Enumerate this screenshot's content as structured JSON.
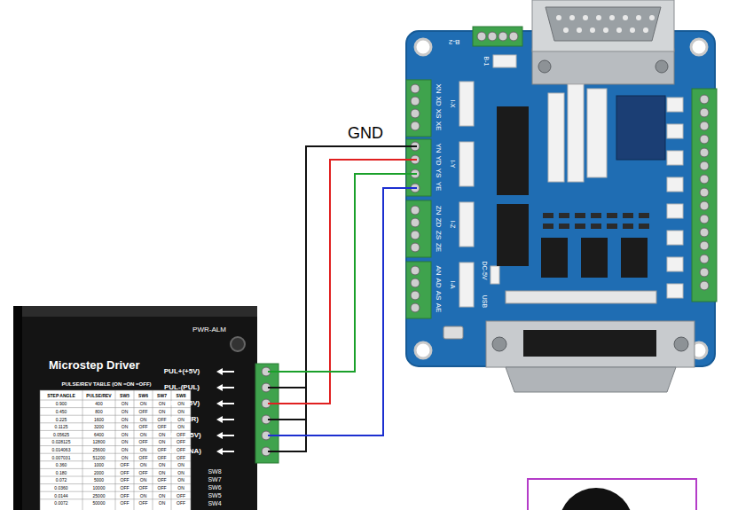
{
  "diagram": {
    "nodes": [
      {
        "text": [
          "Microstep Driver"
        ]
      }
    ],
    "labels": [
      "GND",
      "B-2",
      "XN",
      "XD",
      "XS",
      "XE",
      "YN",
      "YD",
      "YS",
      "YE",
      "ZN",
      "ZD",
      "ZS",
      "ZE",
      "AN",
      "AD",
      "AS",
      "AE",
      "I-X",
      "I-Y",
      "I-Z",
      "I-A",
      "B-1",
      "DC-5V",
      "USB",
      "PWR-ALM",
      "PUL+(+5V)",
      "PUL-(PUL)",
      "DIR+ (+5V)",
      "DIR- (DIR)",
      "ENA+ (+5V)",
      "ENA- (ENA)",
      "SW8",
      "SW7",
      "SW6",
      "SW5",
      "SW4",
      "PULSE/REV TABLE (ON =ON =OFF)",
      "STEP ANGLE",
      "PULSE/REV",
      "SW5",
      "SW6",
      "SW7",
      "SW8",
      "0.900",
      "400",
      "ON",
      "ON",
      "ON",
      "ON",
      "0.450",
      "800",
      "ON",
      "OFF",
      "ON",
      "ON",
      "0.225",
      "1600",
      "ON",
      "ON",
      "OFF",
      "ON",
      "0.1125",
      "3200",
      "ON",
      "OFF",
      "OFF",
      "ON",
      "0.05625",
      "6400",
      "ON",
      "ON",
      "ON",
      "OFF",
      "0.028125",
      "12800",
      "ON",
      "OFF",
      "ON",
      "OFF",
      "0.014063",
      "25600",
      "ON",
      "ON",
      "OFF",
      "OFF",
      "0.007031",
      "51200",
      "ON",
      "OFF",
      "OFF",
      "OFF",
      "0.360",
      "1000",
      "OFF",
      "ON",
      "ON",
      "ON",
      "0.180",
      "2000",
      "OFF",
      "OFF",
      "ON",
      "ON",
      "0.072",
      "5000",
      "OFF",
      "ON",
      "OFF",
      "ON",
      "0.0360",
      "10000",
      "OFF",
      "OFF",
      "OFF",
      "ON",
      "0.0144",
      "25000",
      "OFF",
      "ON",
      "ON",
      "OFF",
      "0.0072",
      "50000",
      "OFF",
      "OFF",
      "ON",
      "OFF"
    ]
  }
}
